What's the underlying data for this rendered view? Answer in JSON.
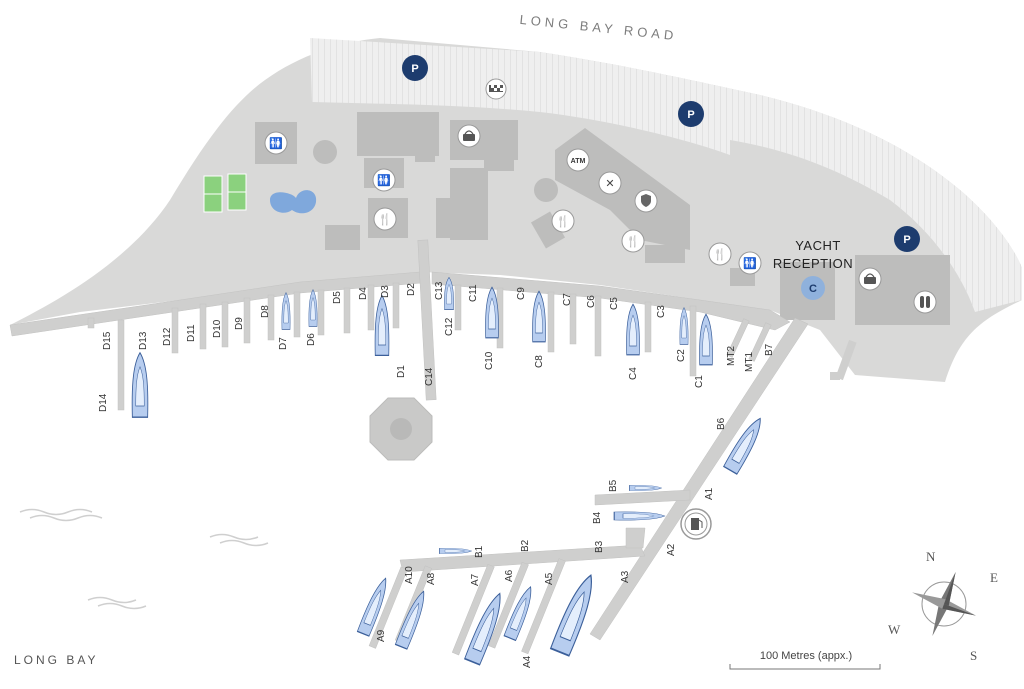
{
  "road_label": "LONG BAY ROAD",
  "bay_label": "LONG BAY",
  "reception_label_line1": "YACHT",
  "reception_label_line2": "RECEPTION",
  "reception_badge": "C",
  "parking_badge": "P",
  "atm_label": "ATM",
  "scale_label": "100 Metres (appx.)",
  "compass": {
    "n": "N",
    "e": "E",
    "s": "S",
    "w": "W"
  },
  "colors": {
    "land": "#d8d8d7",
    "building": "#bdbdbc",
    "dock": "#cfcfce",
    "parking_blue": "#1d3c6e",
    "reception_blue": "#8fb1dc",
    "tennis": "#8bd17e",
    "pool": "#7fa8dc",
    "boat": "#b7cdef"
  },
  "berths": {
    "d": [
      "D15",
      "D13",
      "D14",
      "D12",
      "D11",
      "D10",
      "D9",
      "D8",
      "D7",
      "D6",
      "D5",
      "D4",
      "D3",
      "D2",
      "D1"
    ],
    "c": [
      "C13",
      "C12",
      "C14",
      "C11",
      "C10",
      "C9",
      "C8",
      "C7",
      "C6",
      "C5",
      "C4",
      "C3",
      "C2",
      "C1"
    ],
    "b": [
      "B7",
      "B6",
      "B5",
      "B4",
      "B3",
      "B2",
      "B1"
    ],
    "a": [
      "A1",
      "A2",
      "A3",
      "A4",
      "A5",
      "A6",
      "A7",
      "A8",
      "A9",
      "A10"
    ],
    "mt": [
      "MT2",
      "MT1"
    ]
  },
  "amenities": [
    "restroom-icon",
    "restaurant-icon",
    "shop-icon",
    "atm-icon",
    "tools-icon",
    "security-icon",
    "taxi-icon",
    "fuel-icon",
    "diving-icon"
  ]
}
